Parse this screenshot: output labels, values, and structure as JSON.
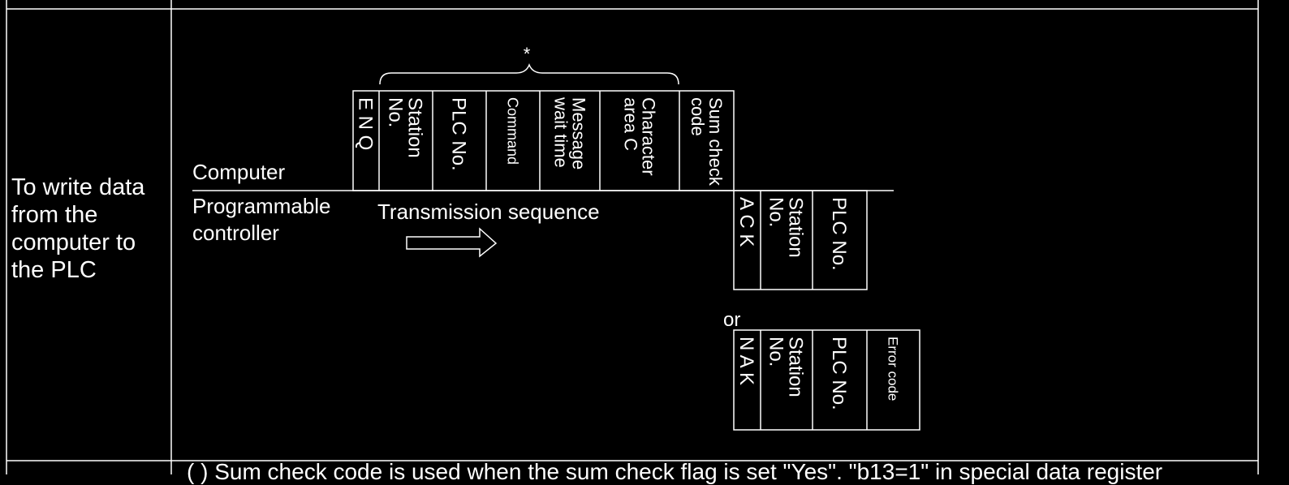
{
  "row_label": "To write data from the computer to the PLC",
  "line_labels": {
    "computer": "Computer",
    "plc": "Programmable controller"
  },
  "brace_note": "*",
  "transmission_label": "Transmission sequence",
  "or_label": "or",
  "computer_frame": [
    "E N Q",
    "Station No.",
    "PLC No.",
    "Command",
    "Message wait time",
    "Character area C",
    "Sum check code"
  ],
  "ack_frame": [
    "A C K",
    "Station No.",
    "PLC No."
  ],
  "nak_frame": [
    "N A K",
    "Station No.",
    "PLC No.",
    "Error code"
  ],
  "bottom_text": "(  ) Sum check code is used when the sum check flag is set \"Yes\". \"b13=1\" in special data register"
}
